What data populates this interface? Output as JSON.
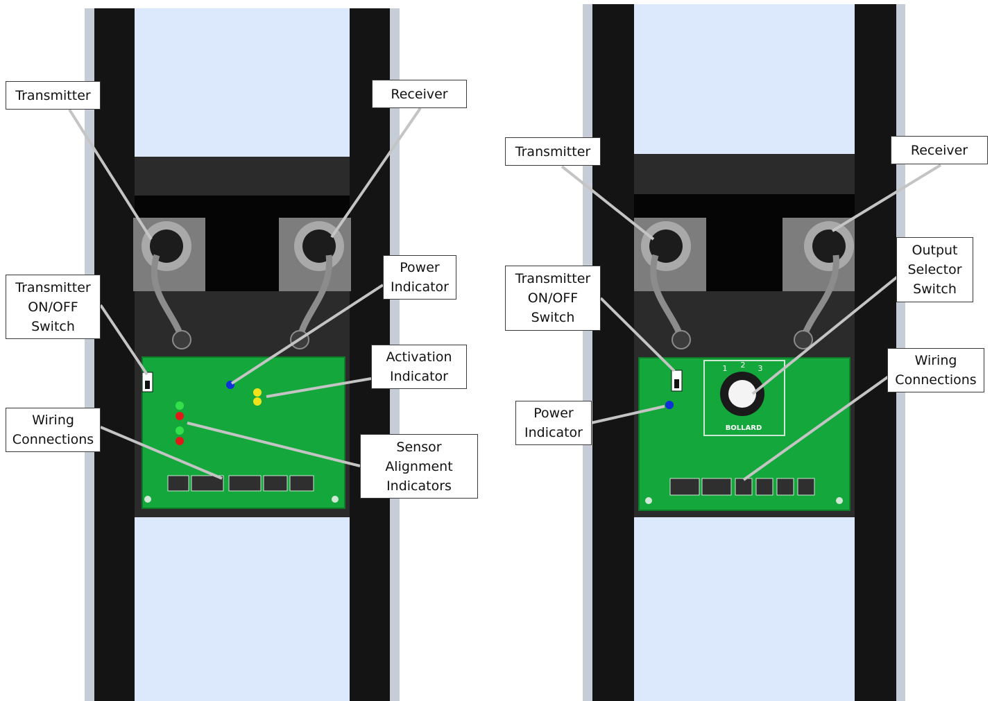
{
  "colors": {
    "frame": "#c7cdd6",
    "channel_light": "#dce8fb",
    "rail": "#141414",
    "housing": "#2b2b2b",
    "pcb": "#14a83c",
    "led_green": "#33e04a",
    "led_red": "#e01818",
    "led_yellow": "#f2e21c",
    "led_blue": "#1030d8",
    "leader": "#c4c4c4"
  },
  "left_panel": {
    "callouts": {
      "transmitter": [
        "Transmitter"
      ],
      "receiver": [
        "Receiver"
      ],
      "tx_switch": [
        "Transmitter",
        "ON/OFF",
        "Switch"
      ],
      "power": [
        "Power",
        "Indicator"
      ],
      "activation": [
        "Activation",
        "Indicator"
      ],
      "wiring": [
        "Wiring",
        "Connections"
      ],
      "alignment": [
        "Sensor",
        "Alignment",
        "Indicators"
      ]
    }
  },
  "right_panel": {
    "callouts": {
      "transmitter": [
        "Transmitter"
      ],
      "receiver": [
        "Receiver"
      ],
      "output_selector": [
        "Output",
        "Selector",
        "Switch"
      ],
      "tx_switch": [
        "Transmitter",
        "ON/OFF",
        "Switch"
      ],
      "wiring": [
        "Wiring",
        "Connections"
      ],
      "power": [
        "Power",
        "Indicator"
      ]
    },
    "dial_numbers": [
      "1",
      "2",
      "3"
    ],
    "dial_label": "BOLLARD"
  }
}
